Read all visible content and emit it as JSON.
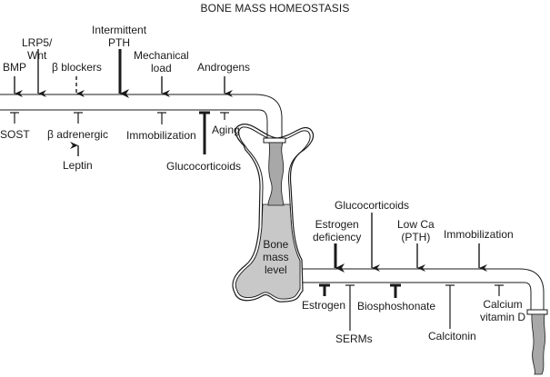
{
  "title": "BONE MASS HOMEOSTASIS",
  "colors": {
    "ink": "#1a1a1a",
    "bone_fill": "#c8c8c8",
    "flow_fill": "#a8a8a8",
    "background": "#ffffff"
  },
  "upper_pipe": {
    "stimulators": [
      {
        "label": "BMP",
        "line_style": "solid",
        "weight": "normal"
      },
      {
        "label": "LRP5/\nWnt",
        "line_style": "solid",
        "weight": "normal"
      },
      {
        "label": "β blockers",
        "line_style": "dashed",
        "weight": "normal"
      },
      {
        "label": "Intermittent\nPTH",
        "line_style": "solid",
        "weight": "bold"
      },
      {
        "label": "Mechanical\nload",
        "line_style": "solid",
        "weight": "normal"
      },
      {
        "label": "Androgens",
        "line_style": "solid",
        "weight": "normal"
      }
    ],
    "inhibitors": [
      {
        "label": "SOST",
        "weight": "normal"
      },
      {
        "label": "β adrenergic",
        "weight": "normal"
      },
      {
        "label": "Immobilization",
        "weight": "normal"
      },
      {
        "label": "Glucocorticoids",
        "weight": "bold"
      },
      {
        "label": "Aging",
        "weight": "normal"
      }
    ],
    "leptin": {
      "label": "Leptin",
      "acts_on": "β adrenergic"
    }
  },
  "bone": {
    "label": "Bone\nmass\nlevel"
  },
  "lower_pipe": {
    "stimulators": [
      {
        "label": "Estrogen\ndeficiency",
        "weight": "bold"
      },
      {
        "label": "Glucocorticoids",
        "weight": "normal"
      },
      {
        "label": "Low Ca\n(PTH)",
        "weight": "normal"
      },
      {
        "label": "Immobilization",
        "weight": "normal"
      }
    ],
    "inhibitors": [
      {
        "label": "Estrogen",
        "weight": "bold"
      },
      {
        "label": "SERMs",
        "weight": "normal"
      },
      {
        "label": "Biosphoshonate",
        "weight": "bold"
      },
      {
        "label": "Calcitonin",
        "weight": "normal"
      },
      {
        "label": "Calcium\nvitamin D",
        "weight": "normal"
      }
    ]
  }
}
